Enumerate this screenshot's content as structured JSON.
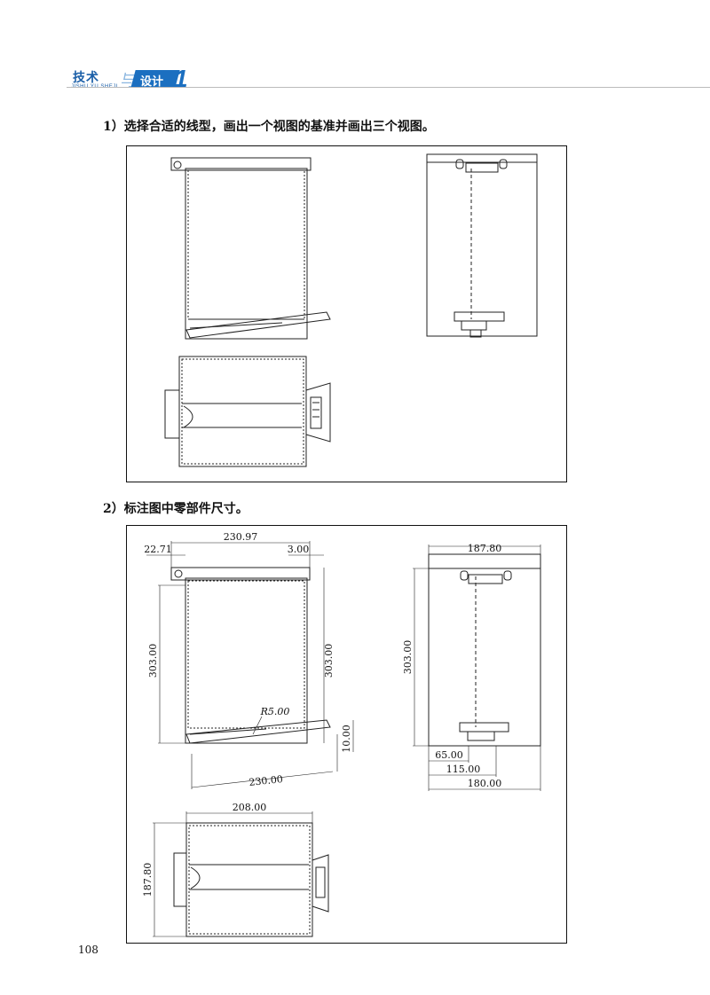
{
  "header": {
    "brand_main": "技术",
    "brand_connector": "与",
    "brand_box": "设计",
    "brand_one": "1",
    "brand_sub": "JISHU YU SHEJI"
  },
  "questions": {
    "q1": "1）选择合适的线型，画出一个视图的基准并画出三个视图。",
    "q2": "2）标注图中零部件尺寸。"
  },
  "dimensions": {
    "front_width": "230.97",
    "front_left_offset": "22.71",
    "front_right_offset": "3.00",
    "front_height_left": "303.00",
    "front_height_right": "303.00",
    "radius": "R5.00",
    "pedal_drop": "10.00",
    "pedal_length": "230.00",
    "side_width": "187.80",
    "side_height": "303.00",
    "side_a": "65.00",
    "side_b": "115.00",
    "side_c": "180.00",
    "top_width": "208.00",
    "top_depth": "187.80"
  },
  "page_number": "108"
}
